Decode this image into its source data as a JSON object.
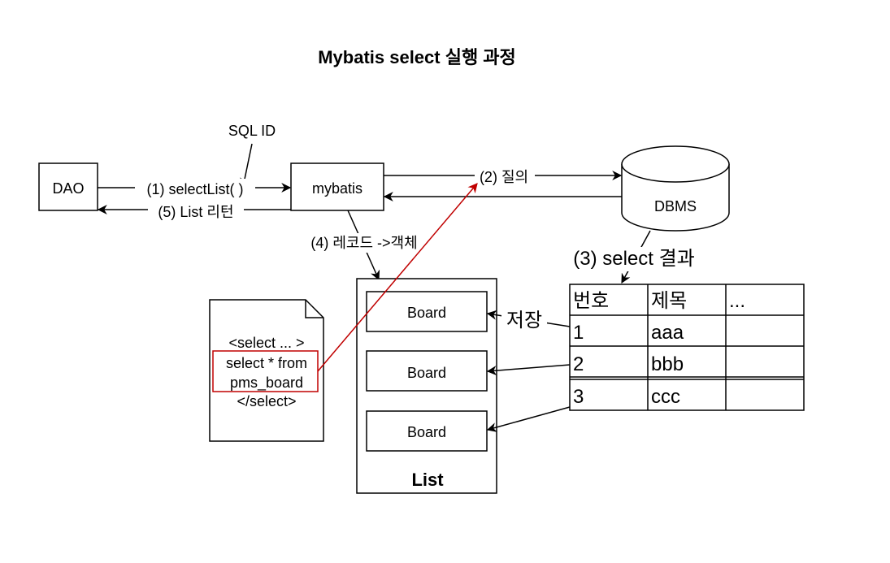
{
  "title": "Mybatis select 실행 과정",
  "nodes": {
    "dao": "DAO",
    "mybatis": "mybatis",
    "dbms": "DBMS",
    "list": "List",
    "board_1": "Board",
    "board_2": "Board",
    "board_3": "Board"
  },
  "labels": {
    "sql_id": "SQL ID",
    "select_list": "(1) selectList( )",
    "query": "(2) 질의",
    "select_result": "(3) select 결과",
    "record_to_object": "(4) 레코드 ->객체",
    "list_return": "(5) List 리턴",
    "store": "저장"
  },
  "mapper_doc": {
    "line1": "<select ... >",
    "line2": "select * from",
    "line3": "pms_board",
    "line4": "</select>"
  },
  "result_table": {
    "headers": [
      "번호",
      "제목",
      "..."
    ],
    "rows": [
      [
        "1",
        "aaa",
        ""
      ],
      [
        "2",
        "bbb",
        ""
      ],
      [
        "3",
        "ccc",
        ""
      ]
    ]
  },
  "colors": {
    "stroke": "#000000",
    "highlight": "#c00000"
  }
}
